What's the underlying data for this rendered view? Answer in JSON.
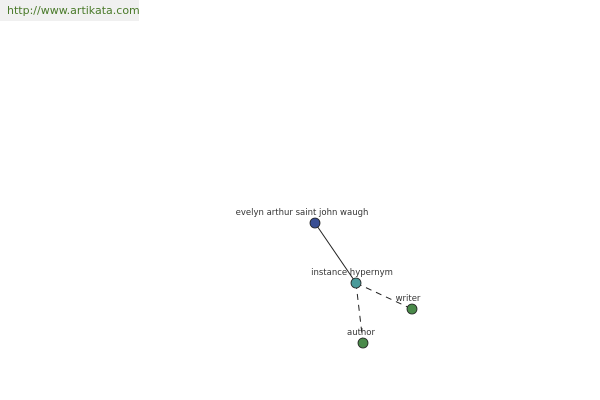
{
  "site_url": "http://www.artikata.com",
  "nodes": {
    "root": {
      "label": "evelyn arthur saint john waugh",
      "color": "#3a4f94"
    },
    "hub": {
      "label": "instance hypernym",
      "color": "#4a9a9a"
    },
    "writer": {
      "label": "writer",
      "color": "#4a8a4a"
    },
    "author": {
      "label": "author",
      "color": "#4a8a4a"
    }
  },
  "edges": [
    {
      "from": "root",
      "to": "hub",
      "style": "solid"
    },
    {
      "from": "hub",
      "to": "writer",
      "style": "dashed"
    },
    {
      "from": "hub",
      "to": "author",
      "style": "dashed"
    }
  ]
}
